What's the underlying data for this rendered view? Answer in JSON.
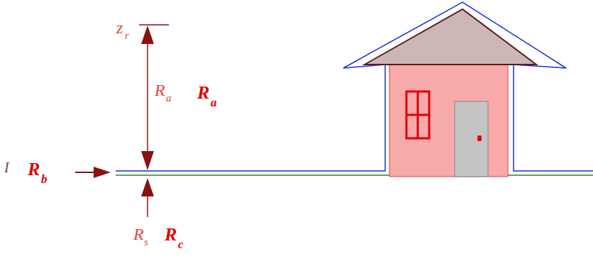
{
  "diagram": {
    "labels": [
      "z",
      "r",
      "R",
      "a",
      "R",
      "a",
      "I",
      "R",
      "b",
      "R",
      "s",
      "R",
      "c"
    ]
  }
}
